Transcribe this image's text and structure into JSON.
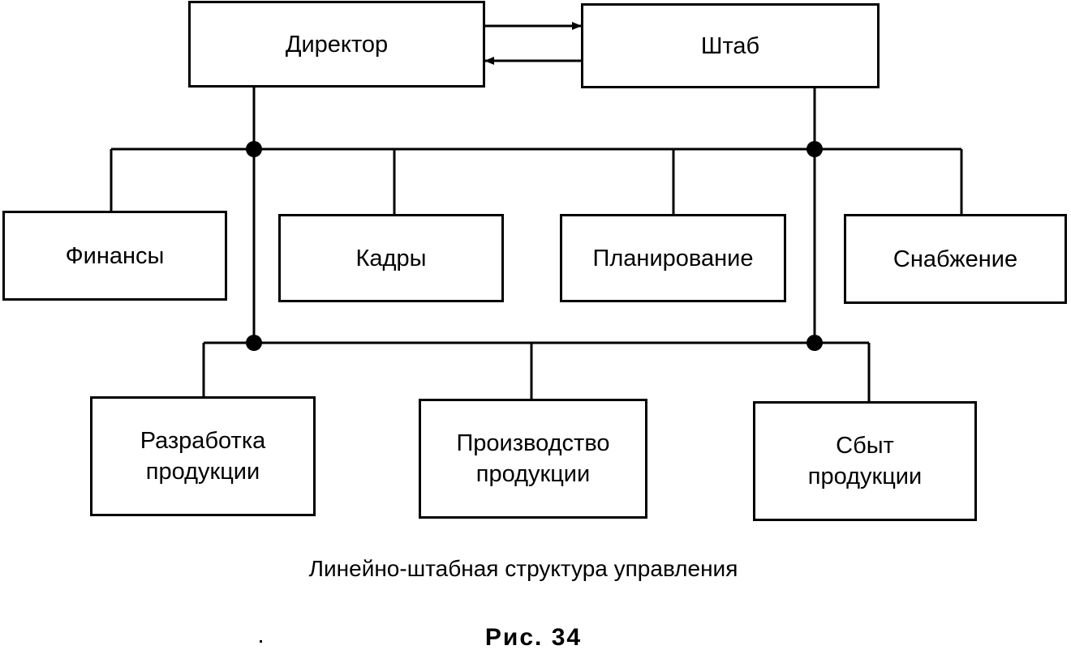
{
  "diagram": {
    "top": {
      "director": "Директор",
      "staff": "Штаб"
    },
    "staff_departments": [
      {
        "id": "finance",
        "label": "Финансы"
      },
      {
        "id": "personnel",
        "label": "Кадры"
      },
      {
        "id": "planning",
        "label": "Планирование"
      },
      {
        "id": "supply",
        "label": "Снабжение"
      }
    ],
    "line_departments": [
      {
        "id": "development",
        "label": "Разработка\nпродукции"
      },
      {
        "id": "production",
        "label": "Производство\nпродукции"
      },
      {
        "id": "sales",
        "label": "Сбыт\nпродукции"
      }
    ],
    "caption": "Линейно-штабная структура управления",
    "figure_label": "Рис. 34"
  },
  "colors": {
    "line": "#000000",
    "background": "#ffffff"
  }
}
